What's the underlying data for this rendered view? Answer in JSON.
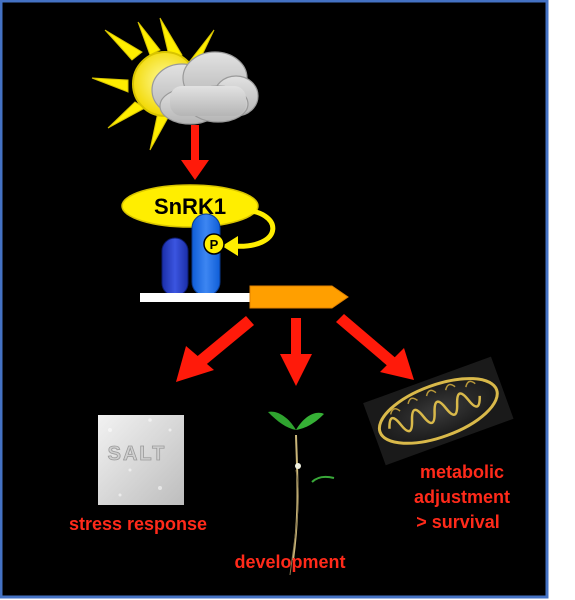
{
  "protein": {
    "label": "SnRK1",
    "phospho": "P"
  },
  "salt_box": {
    "text": "SALT"
  },
  "outcomes": {
    "stress": "stress response",
    "development": "development",
    "metabolic_lines": [
      "metabolic",
      "adjustment",
      "> survival"
    ]
  },
  "colors": {
    "background": "#000000",
    "frame": "#4472c4",
    "arrow": "#ff1a0a",
    "label": "#ff2a1a",
    "snrk1_fill": "#ffee00",
    "promoter_arrow": "#ff9f00",
    "protein_blue": "#2038c0"
  },
  "icons": [
    "sun-icon",
    "cloud-icon",
    "seedling-icon",
    "mitochondrion-icon",
    "salt-crystal-icon"
  ]
}
